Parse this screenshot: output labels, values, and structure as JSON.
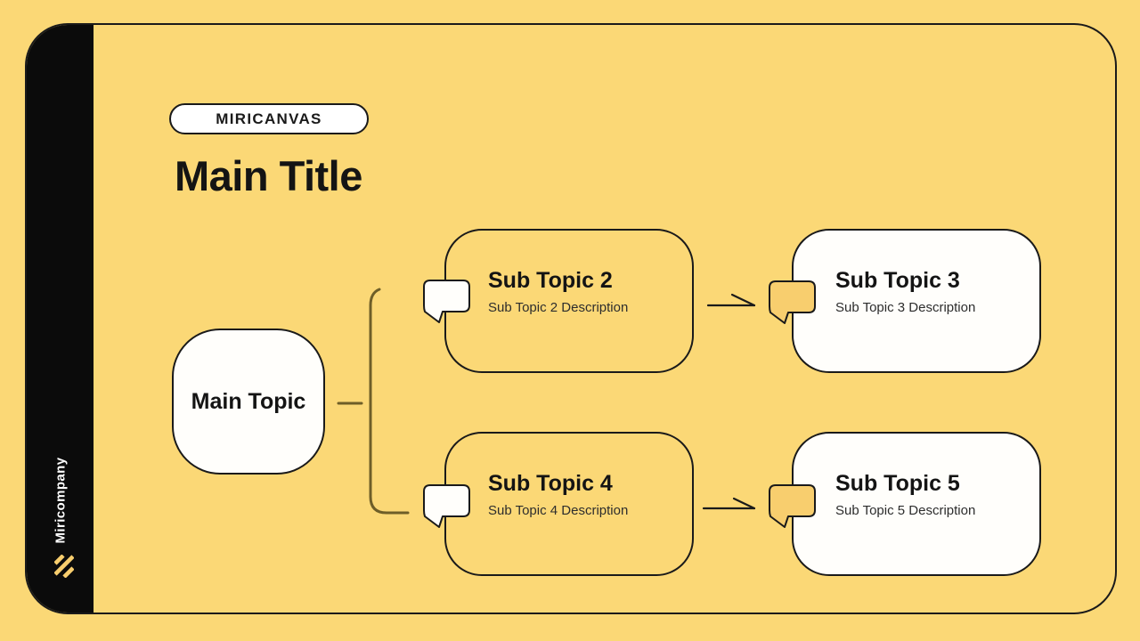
{
  "badge": {
    "label": "MIRICANVAS"
  },
  "header": {
    "title": "Main Title"
  },
  "sidebar": {
    "company": "Miricompany",
    "logo_icon": "diagonal-stripes-logo"
  },
  "mindmap": {
    "root": {
      "label": "Main Topic"
    },
    "branches": [
      {
        "title": "Sub Topic 2",
        "description": "Sub Topic 2 Description",
        "variant": "outline",
        "tab_color": "white"
      },
      {
        "title": "Sub Topic 3",
        "description": "Sub Topic 3 Description",
        "variant": "filled",
        "tab_color": "yellow"
      },
      {
        "title": "Sub Topic 4",
        "description": "Sub Topic 4 Description",
        "variant": "outline",
        "tab_color": "white"
      },
      {
        "title": "Sub Topic 5",
        "description": "Sub Topic 5 Description",
        "variant": "filled",
        "tab_color": "yellow"
      }
    ],
    "connections": [
      {
        "from": "Main Topic",
        "to": [
          "Sub Topic 2",
          "Sub Topic 4"
        ],
        "type": "bracket"
      },
      {
        "from": "Sub Topic 2",
        "to": "Sub Topic 3",
        "type": "arrow"
      },
      {
        "from": "Sub Topic 4",
        "to": "Sub Topic 5",
        "type": "arrow"
      }
    ]
  },
  "colors": {
    "background": "#FBD876",
    "outline": "#1A1A1A",
    "sidebar_black": "#0B0B0B",
    "node_white": "#FFFEFB",
    "tab_yellow": "#F8CE6E",
    "connector_olive": "#6E5E28",
    "text_dark": "#141414"
  }
}
